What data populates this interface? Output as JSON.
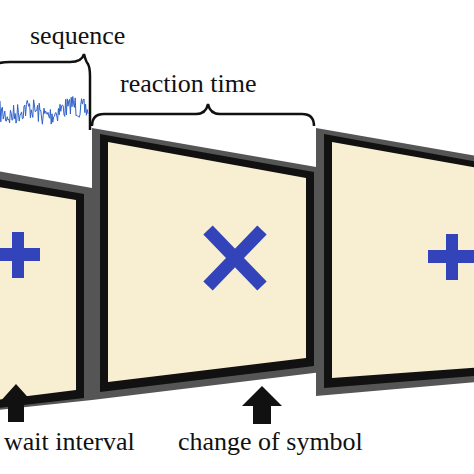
{
  "diagram": {
    "labels": [
      "sequence",
      "reaction time",
      "wait interval",
      "change of symbol"
    ]
  }
}
